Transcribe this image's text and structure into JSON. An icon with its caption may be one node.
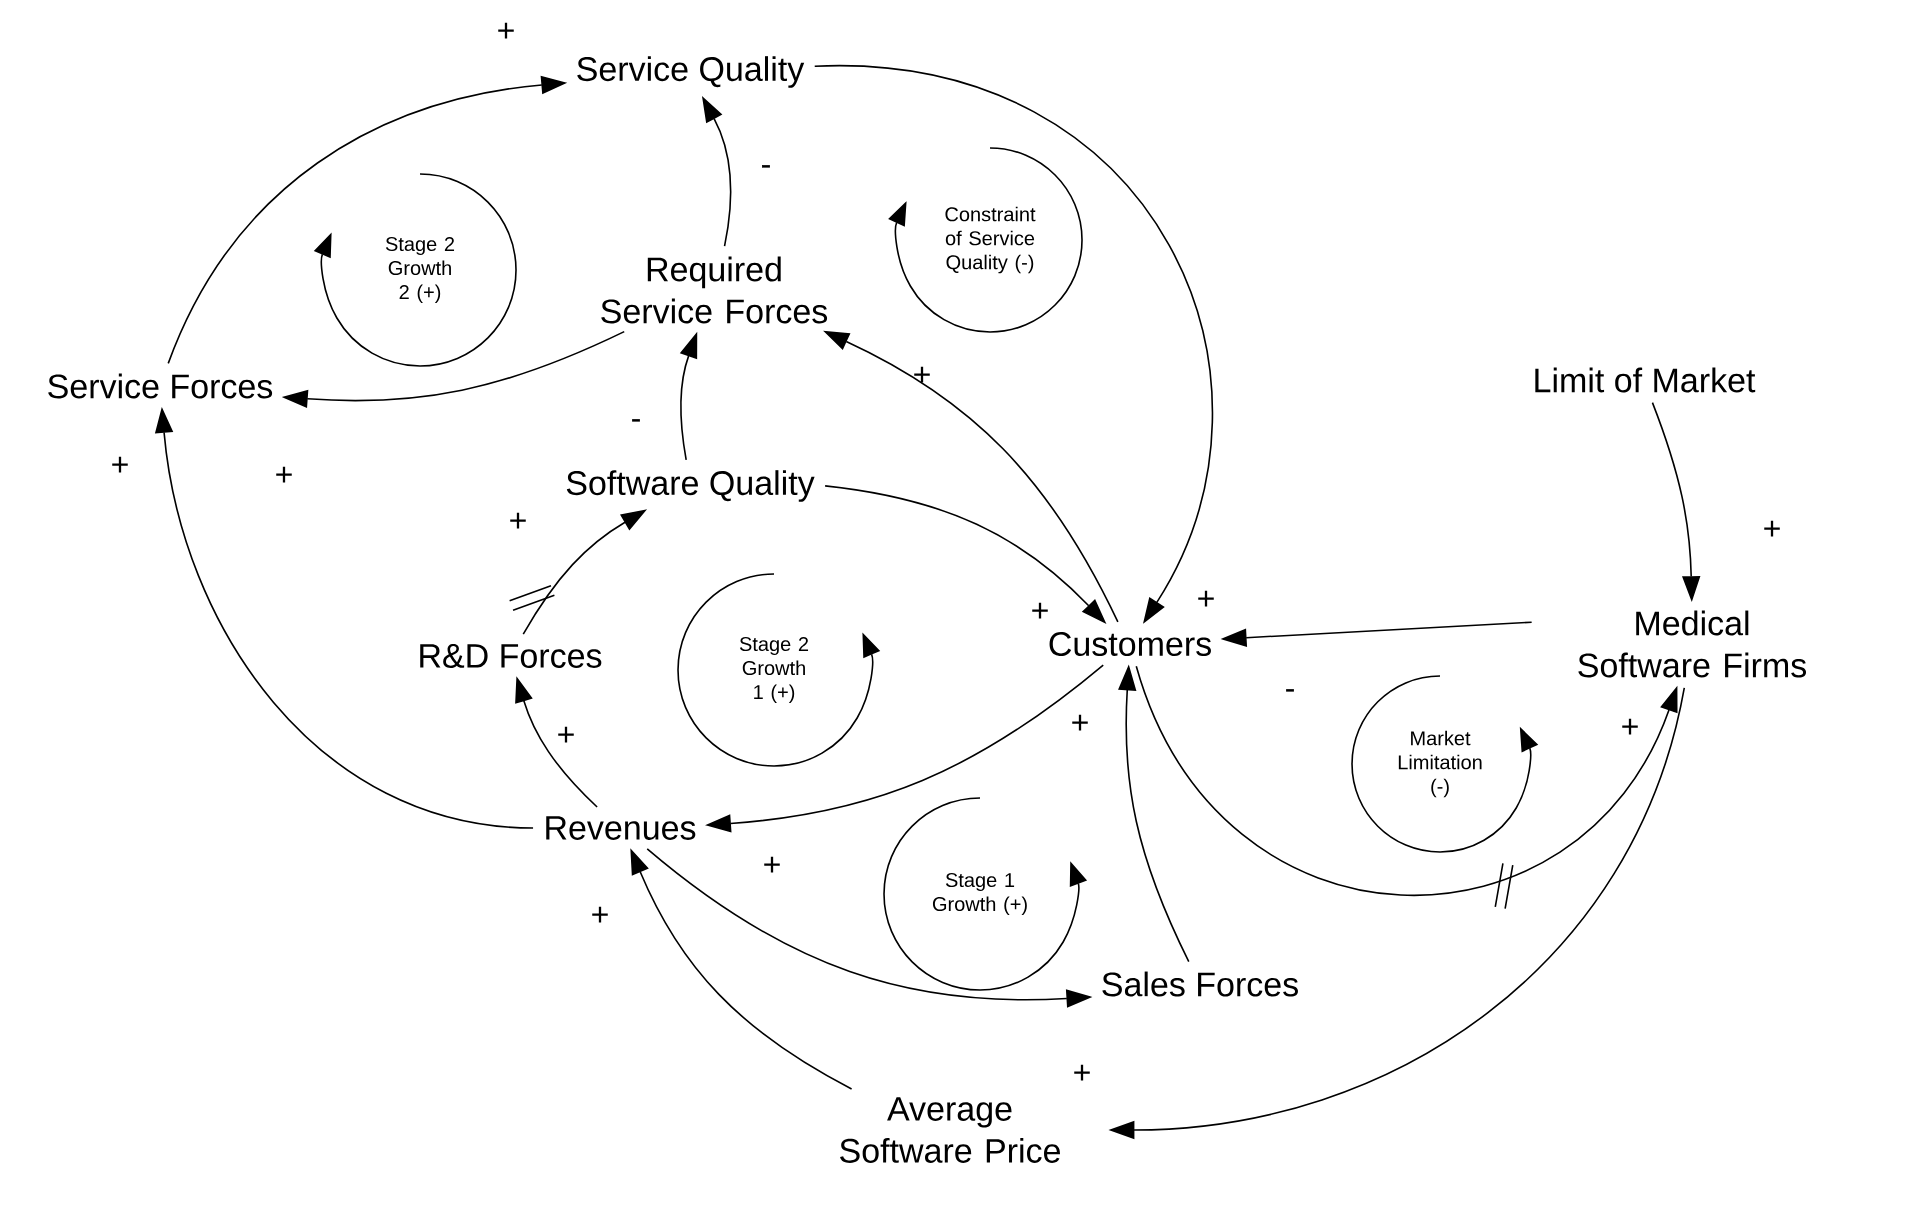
{
  "diagram": {
    "nodes": [
      {
        "text": [
          "Service Quality"
        ]
      },
      {
        "text": [
          "Required Service Forces"
        ]
      },
      {
        "text": [
          "Service Forces"
        ]
      },
      {
        "text": [
          "Software Quality"
        ]
      },
      {
        "text": [
          "Limit of Market"
        ]
      },
      {
        "text": [
          "R&D Forces"
        ]
      },
      {
        "text": [
          "Customers"
        ]
      },
      {
        "text": [
          "Medical Software Firms"
        ]
      },
      {
        "text": [
          "Revenues"
        ]
      },
      {
        "text": [
          "Sales Forces"
        ]
      },
      {
        "text": [
          "Average Software Price"
        ]
      },
      {
        "text": [
          "Stage 2 Growth 2 (+)"
        ]
      },
      {
        "text": [
          "Constraint of Service Quality (-)"
        ]
      },
      {
        "text": [
          "Stage 2 Growth 1 (+)"
        ]
      },
      {
        "text": [
          "Market Limitation (-)"
        ]
      },
      {
        "text": [
          "Stage 1 Growth (+)"
        ]
      }
    ],
    "edges": [
      {
        "from": 2,
        "to": 0,
        "arrow": "to",
        "label": "+"
      },
      {
        "from": 1,
        "to": 0,
        "arrow": "to",
        "label": "-"
      },
      {
        "from": 0,
        "to": 6,
        "arrow": "to",
        "label": "+"
      },
      {
        "from": 1,
        "to": 2,
        "arrow": "to",
        "label": "+"
      },
      {
        "from": 6,
        "to": 1,
        "arrow": "to",
        "label": "+"
      },
      {
        "from": 3,
        "to": 1,
        "arrow": "to",
        "label": "-"
      },
      {
        "from": 3,
        "to": 6,
        "arrow": "to",
        "label": "+"
      },
      {
        "from": 5,
        "to": 3,
        "arrow": "to",
        "label": "+"
      },
      {
        "from": 8,
        "to": 5,
        "arrow": "to",
        "label": "+"
      },
      {
        "from": 8,
        "to": 2,
        "arrow": "to",
        "label": "+"
      },
      {
        "from": 6,
        "to": 8,
        "arrow": "to",
        "label": "+"
      },
      {
        "from": 8,
        "to": 9,
        "arrow": "to",
        "label": "+"
      },
      {
        "from": 9,
        "to": 6,
        "arrow": "to",
        "label": "+"
      },
      {
        "from": 10,
        "to": 8,
        "arrow": "to",
        "label": "+"
      },
      {
        "from": 7,
        "to": 6,
        "arrow": "to",
        "label": "-"
      },
      {
        "from": 6,
        "to": 7,
        "arrow": "to",
        "label": "+"
      },
      {
        "from": 7,
        "to": 10,
        "arrow": "to"
      },
      {
        "from": 4,
        "to": 7,
        "arrow": "to",
        "label": "+"
      }
    ]
  }
}
